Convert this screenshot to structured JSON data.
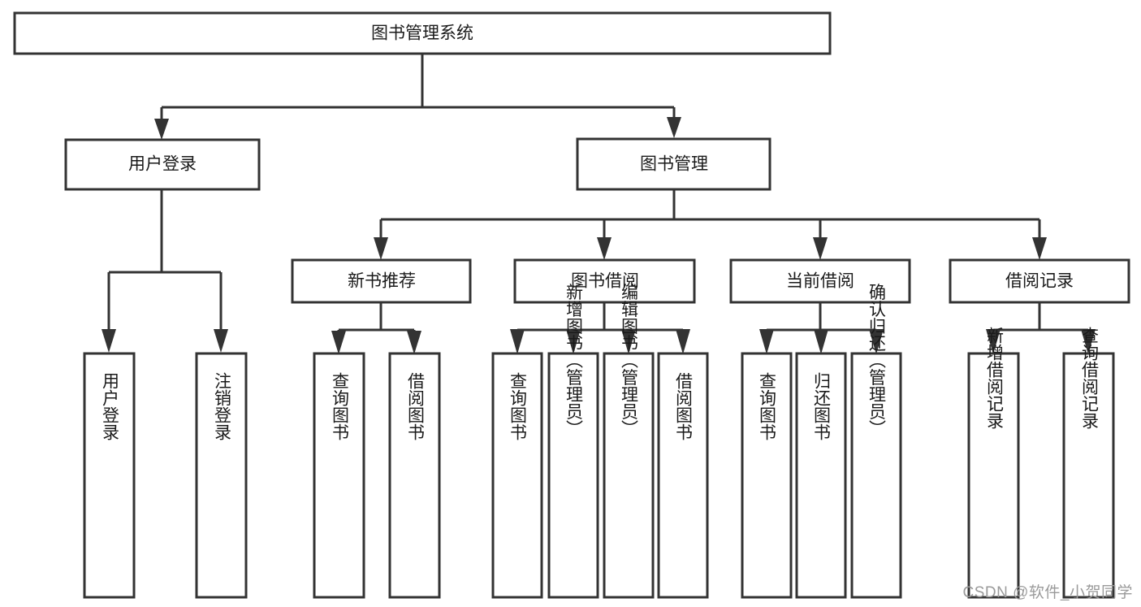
{
  "diagram": {
    "type": "hierarchy-tree",
    "title": "图书管理系统",
    "root": {
      "id": "root",
      "label": "图书管理系统",
      "orientation": "horizontal"
    },
    "level1": [
      {
        "id": "user-login",
        "label": "用户登录",
        "orientation": "horizontal"
      },
      {
        "id": "book-management",
        "label": "图书管理",
        "orientation": "horizontal"
      }
    ],
    "level2": [
      {
        "id": "new-book-recommend",
        "label": "新书推荐",
        "orientation": "horizontal",
        "parent": "book-management"
      },
      {
        "id": "book-borrow",
        "label": "图书借阅",
        "orientation": "horizontal",
        "parent": "book-management"
      },
      {
        "id": "current-borrow",
        "label": "当前借阅",
        "orientation": "horizontal",
        "parent": "book-management"
      },
      {
        "id": "borrow-record",
        "label": "借阅记录",
        "orientation": "horizontal",
        "parent": "book-management"
      }
    ],
    "leaves": [
      {
        "id": "leaf-user-login",
        "label": "用户登录",
        "orientation": "vertical",
        "parent": "user-login"
      },
      {
        "id": "leaf-user-logout",
        "label": "注销登录",
        "orientation": "vertical",
        "parent": "user-login"
      },
      {
        "id": "leaf-query-book-1",
        "label": "查询图书",
        "orientation": "vertical",
        "parent": "new-book-recommend"
      },
      {
        "id": "leaf-borrow-book-1",
        "label": "借阅图书",
        "orientation": "vertical",
        "parent": "new-book-recommend"
      },
      {
        "id": "leaf-query-book-2",
        "label": "查询图书",
        "orientation": "vertical",
        "parent": "book-borrow"
      },
      {
        "id": "leaf-add-book",
        "label": "新增图书（管理员）",
        "orientation": "vertical",
        "parent": "book-borrow"
      },
      {
        "id": "leaf-edit-book",
        "label": "编辑图书（管理员）",
        "orientation": "vertical",
        "parent": "book-borrow"
      },
      {
        "id": "leaf-borrow-book-2",
        "label": "借阅图书",
        "orientation": "vertical",
        "parent": "book-borrow"
      },
      {
        "id": "leaf-query-book-3",
        "label": "查询图书",
        "orientation": "vertical",
        "parent": "current-borrow"
      },
      {
        "id": "leaf-return-book",
        "label": "归还图书",
        "orientation": "vertical",
        "parent": "current-borrow"
      },
      {
        "id": "leaf-confirm-return",
        "label": "确认归还（管理员）",
        "orientation": "vertical",
        "parent": "current-borrow"
      },
      {
        "id": "leaf-add-record",
        "label": "新增借阅记录",
        "orientation": "vertical",
        "parent": "borrow-record"
      },
      {
        "id": "leaf-query-record",
        "label": "查询借阅记录",
        "orientation": "vertical",
        "parent": "borrow-record"
      }
    ],
    "colors": {
      "stroke": "#333333",
      "fill": "#ffffff",
      "text": "#1a1a1a",
      "watermark": "#9a9a9a",
      "background": "#ffffff"
    }
  },
  "watermark": {
    "text": "CSDN @软件_小贺同学"
  }
}
